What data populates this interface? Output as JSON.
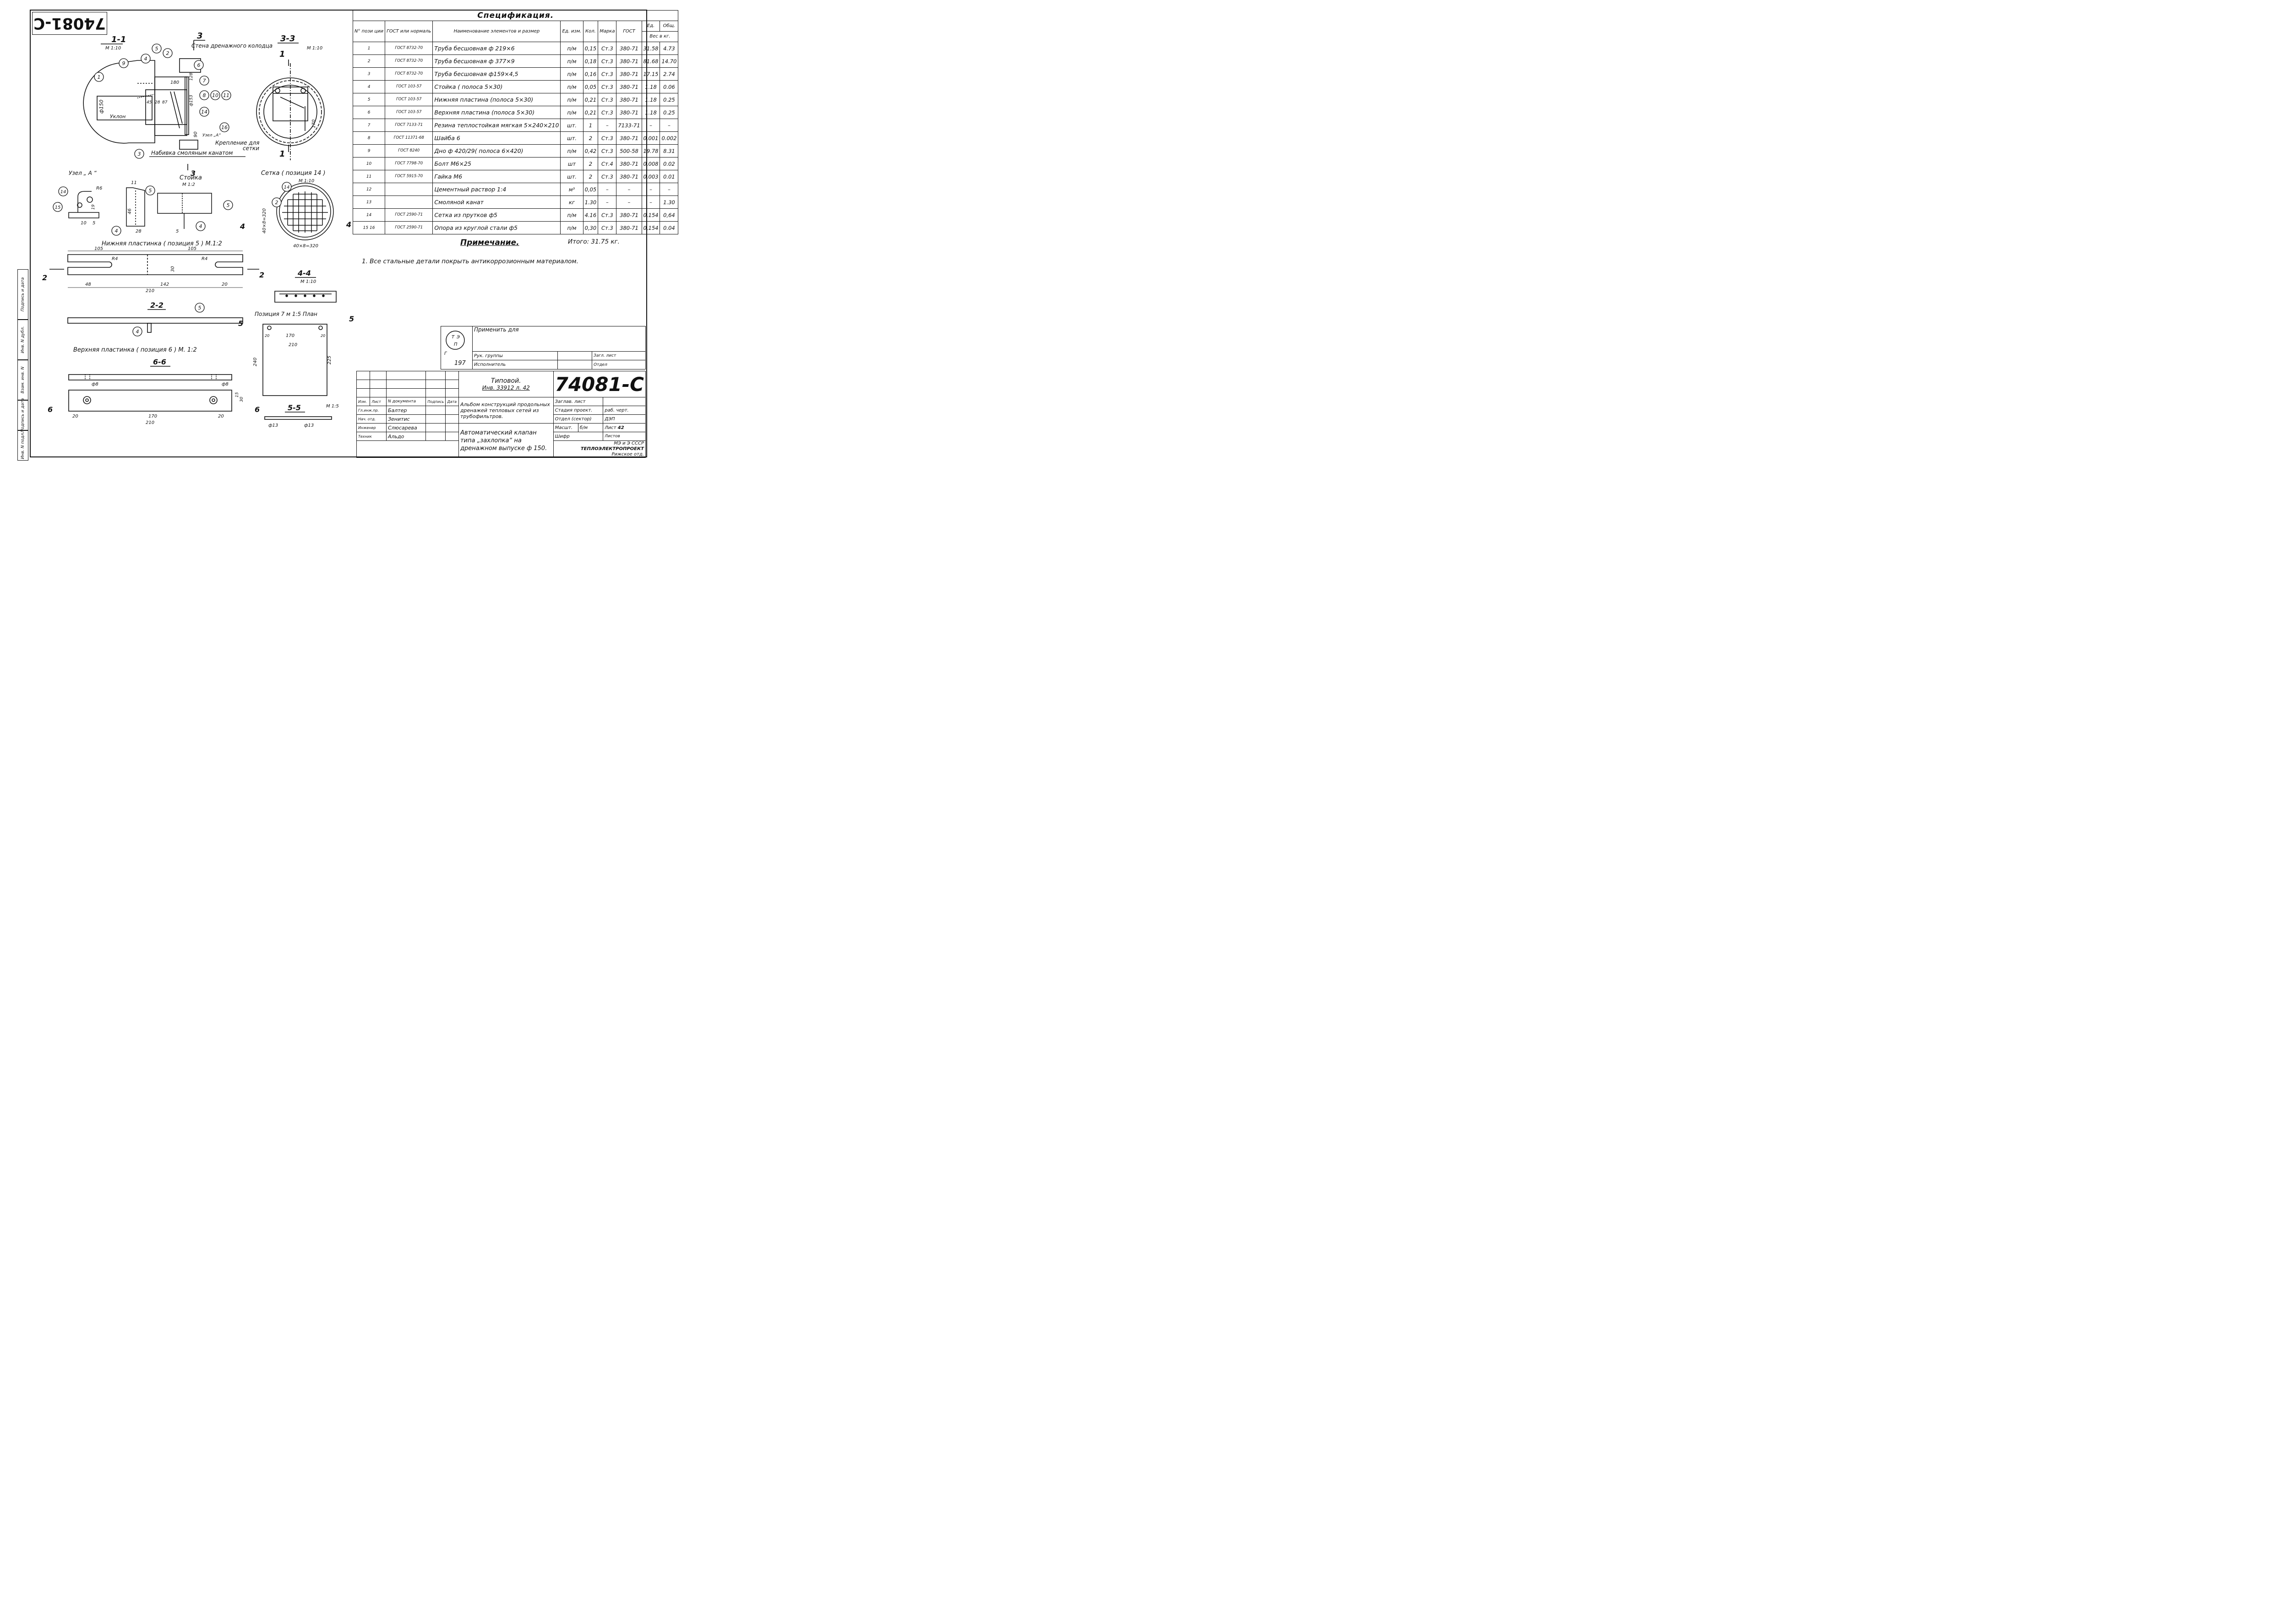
{
  "drawing_number": "74081-C",
  "top_stamp_number": "74081-C",
  "spec": {
    "title": "Спецификация.",
    "headers": {
      "pos": "N° пози ции",
      "gost": "ГОСТ или нормаль",
      "name": "Наименование элементов и размер",
      "unit": "Ед. изм.",
      "qty": "Кол.",
      "grade": "Марка",
      "gost2": "ГОСТ",
      "unit_w": "Ед.",
      "total_w": "Общ.",
      "weight": "Вес в кг."
    },
    "rows": [
      {
        "n": "1",
        "g": "ГОСТ 8732-70",
        "name": "Труба бесшовная ф 219×6",
        "u": "п/м",
        "q": "0,15",
        "m": "Ст.3",
        "s": "380-71",
        "w": "31.58",
        "t": "4.73"
      },
      {
        "n": "2",
        "g": "ГОСТ 8732-70",
        "name": "Труба бесшовная ф 377×9",
        "u": "п/м",
        "q": "0,18",
        "m": "Ст.3",
        "s": "380-71",
        "w": "81.68",
        "t": "14.70"
      },
      {
        "n": "3",
        "g": "ГОСТ 8732-70",
        "name": "Труба бесшовная ф159×4,5",
        "u": "п/м",
        "q": "0,16",
        "m": "Ст.3",
        "s": "380-71",
        "w": "17.15",
        "t": "2.74"
      },
      {
        "n": "4",
        "g": "ГОСТ 103-57",
        "name": "Стойка ( полоса 5×30)",
        "u": "п/м",
        "q": "0,05",
        "m": "Ст.3",
        "s": "380-71",
        "w": "1.18",
        "t": "0.06"
      },
      {
        "n": "5",
        "g": "ГОСТ 103-57",
        "name": "Нижняя пластина (полоса 5×30)",
        "u": "п/м",
        "q": "0,21",
        "m": "Ст.3",
        "s": "380-71",
        "w": "1.18",
        "t": "0.25"
      },
      {
        "n": "6",
        "g": "ГОСТ 103-57",
        "name": "Верхняя пластина (полоса 5×30)",
        "u": "п/м",
        "q": "0,21",
        "m": "Ст.3",
        "s": "380-71",
        "w": "1.18",
        "t": "0.25"
      },
      {
        "n": "7",
        "g": "ГОСТ 7133-71",
        "name": "Резина теплостойкая мягкая 5×240×210",
        "u": "шт.",
        "q": "1",
        "m": "–",
        "s": "7133-71",
        "w": "–",
        "t": "–"
      },
      {
        "n": "8",
        "g": "ГОСТ 11371-68",
        "name": "Шайба 6",
        "u": "шт.",
        "q": "2",
        "m": "Ст.3",
        "s": "380-71",
        "w": "0.001",
        "t": "0.002"
      },
      {
        "n": "9",
        "g": "ГОСТ 8240",
        "name": "Дно ф 420/29( полоса 6×420)",
        "u": "п/м",
        "q": "0,42",
        "m": "Ст.3",
        "s": "500-58",
        "w": "19.78",
        "t": "8.31"
      },
      {
        "n": "10",
        "g": "ГОСТ 7798-70",
        "name": "Болт М6×25",
        "u": "шт",
        "q": "2",
        "m": "Ст.4",
        "s": "380-71",
        "w": "0.008",
        "t": "0.02"
      },
      {
        "n": "11",
        "g": "ГОСТ 5915-70",
        "name": "Гайка М6",
        "u": "шт.",
        "q": "2",
        "m": "Ст.3",
        "s": "380-71",
        "w": "0.003",
        "t": "0.01"
      },
      {
        "n": "12",
        "g": "",
        "name": "Цементный раствор 1:4",
        "u": "м³",
        "q": "0,05",
        "m": "–",
        "s": "–",
        "w": "–",
        "t": "–"
      },
      {
        "n": "13",
        "g": "",
        "name": "Смоляной канат",
        "u": "кг",
        "q": "1.30",
        "m": "–",
        "s": "–",
        "w": "–",
        "t": "1.30"
      },
      {
        "n": "14",
        "g": "ГОСТ 2590-71",
        "name": "Сетка из прутков ф5",
        "u": "п/м",
        "q": "4.16",
        "m": "Ст.3",
        "s": "380-71",
        "w": "0.154",
        "t": "0,64"
      },
      {
        "n": "15 16",
        "g": "ГОСТ 2590-71",
        "name": "Опора из круглой стали ф5",
        "u": "п/м",
        "q": "0,30",
        "m": "Ст.3",
        "s": "380-71",
        "w": "0,154",
        "t": "0.04"
      }
    ]
  },
  "note": {
    "heading": "Примечание.",
    "total": "Итого: 31.75 кг.",
    "text": "1. Все стальные детали покрыть антикоррозионным материалом."
  },
  "views": {
    "s11": "1-1",
    "s11_scale": "М 1:10",
    "s33": "3-3",
    "s33_scale": "М 1:10",
    "s44": "4-4",
    "s44_scale": "М 1:10",
    "s22": "2-2",
    "s66": "6-6",
    "s55": "5-5",
    "s55_scale": "М 1:5",
    "wall": "Стена дренажного колодца",
    "slope": "Уклон",
    "node_a_ref": "Узел „А“",
    "fix": "Крепление для сетки",
    "packing": "Набивка смоляным канатом",
    "node_a": "Узел „ А “",
    "post": "Стойка",
    "post_scale": "М 1:2",
    "mesh": "Сетка ( позиция 14 )",
    "mesh_scale": "М 1:10",
    "lower": "Нижняя пластинка ( позиция 5 ) М.1:2",
    "upper": "Верхняя пластинка ( позиция 6 ) М. 1:2",
    "pos7": "Позиция 7 м 1:5 План",
    "dims": {
      "d150": "ф150",
      "d180": "180",
      "d128": "128",
      "d90": "90",
      "d153": "ф153",
      "d45": "45",
      "d28": "28",
      "d87": "87",
      "d170": "170",
      "r6": "R6",
      "d10": "10",
      "d5": "5",
      "d19": "19",
      "d11": "11",
      "d46": "46",
      "d28b": "28",
      "mesh_dim": "40×8=320",
      "d105": "105",
      "r4": "R4",
      "d30": "30",
      "d48": "48",
      "d142": "142",
      "d20": "20",
      "d210": "210",
      "d240": "240",
      "d225": "225",
      "d170b": "170",
      "d20b": "20",
      "d210b": "210",
      "d8": "ф8",
      "d15": "15",
      "d13": "ф13"
    }
  },
  "stamp": {
    "apply": "Применить для",
    "group": "Рук. группы",
    "executor": "Исполнитель",
    "num197": "197",
    "sheet_lbl": "Загл. лист",
    "dept": "Отдел",
    "typical": "Типовой.",
    "inv": "Инв. 33912 л. 42",
    "album": "Альбом конструкций продольных дренажей тепловых сетей из трубофильтров.",
    "title": "Автоматический клапан типа „захлопка“ на дренажном выпуске ф 150.",
    "cols": [
      "Изм.",
      "Лист",
      "N документа",
      "Подпись",
      "Дата"
    ],
    "people": [
      {
        "role": "Гл.инж.пр.",
        "name": "Балтер"
      },
      {
        "role": "Нач. отд.",
        "name": "Зенитис"
      },
      {
        "role": "Инженер",
        "name": "Слюсарева"
      },
      {
        "role": "Техник",
        "name": "Альдо"
      }
    ],
    "zamav": "Заглав. лист",
    "stage": "Стадия проект.",
    "stage_val": "раб. черт.",
    "dept_sec": "Отдел (сектор)",
    "dept_val": "ДЭП",
    "scale_lbl": "Масшт.",
    "scale_val": "б/м",
    "sheet_no_lbl": "Лист",
    "sheet_no": "42",
    "cipher": "Шифр",
    "sheets": "Листов",
    "org1": "МЭ и Э СССР",
    "org2": "ТЕПЛОЭЛЕКТРОПРОЕКТ",
    "org3": "Рижское отд."
  },
  "side": {
    "a": "Подпись и дата",
    "b": "Инв. N дубл.",
    "c": "Взам. инв. N",
    "d": "Подпись и дата",
    "e": "Инв. N подл."
  }
}
